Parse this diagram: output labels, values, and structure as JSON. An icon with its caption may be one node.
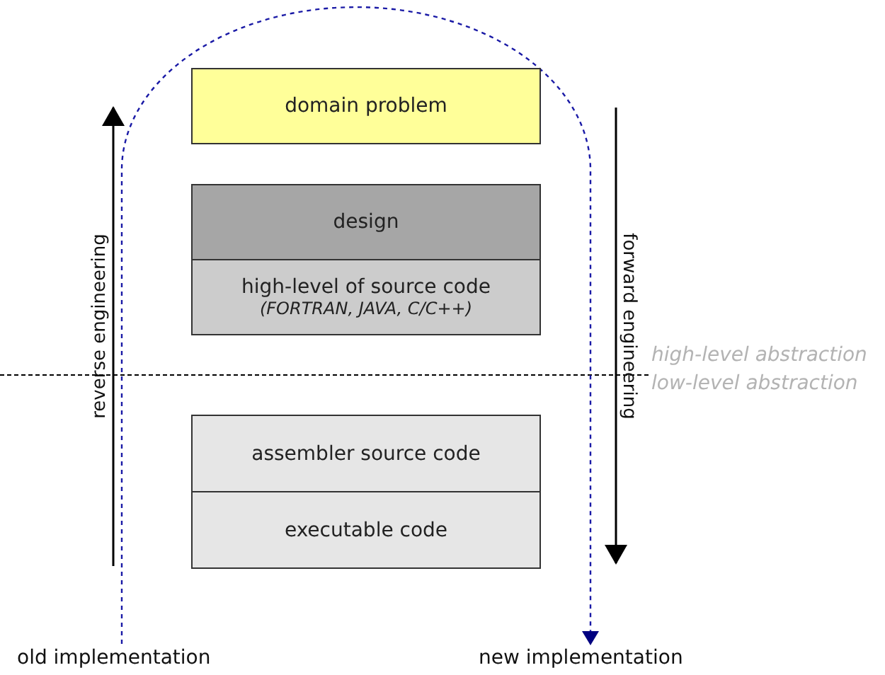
{
  "diagram": {
    "nodes": [
      {
        "text": [
          "domain problem"
        ]
      },
      {
        "text": [
          "design"
        ]
      },
      {
        "text": [
          "high-level of source code",
          "(FORTRAN, JAVA, C/C++)"
        ]
      },
      {
        "text": [
          "assembler source code"
        ]
      },
      {
        "text": [
          "executable code"
        ]
      },
      {
        "text": [
          "old implementation"
        ]
      },
      {
        "text": [
          "new implementation"
        ]
      }
    ],
    "edges": [
      {
        "from": 5,
        "to": 6,
        "arrow": "to",
        "style": "dashed"
      }
    ],
    "labels": [
      "reverse engineering",
      "forward engineering",
      "high-level abstraction",
      "low-level abstraction"
    ]
  }
}
